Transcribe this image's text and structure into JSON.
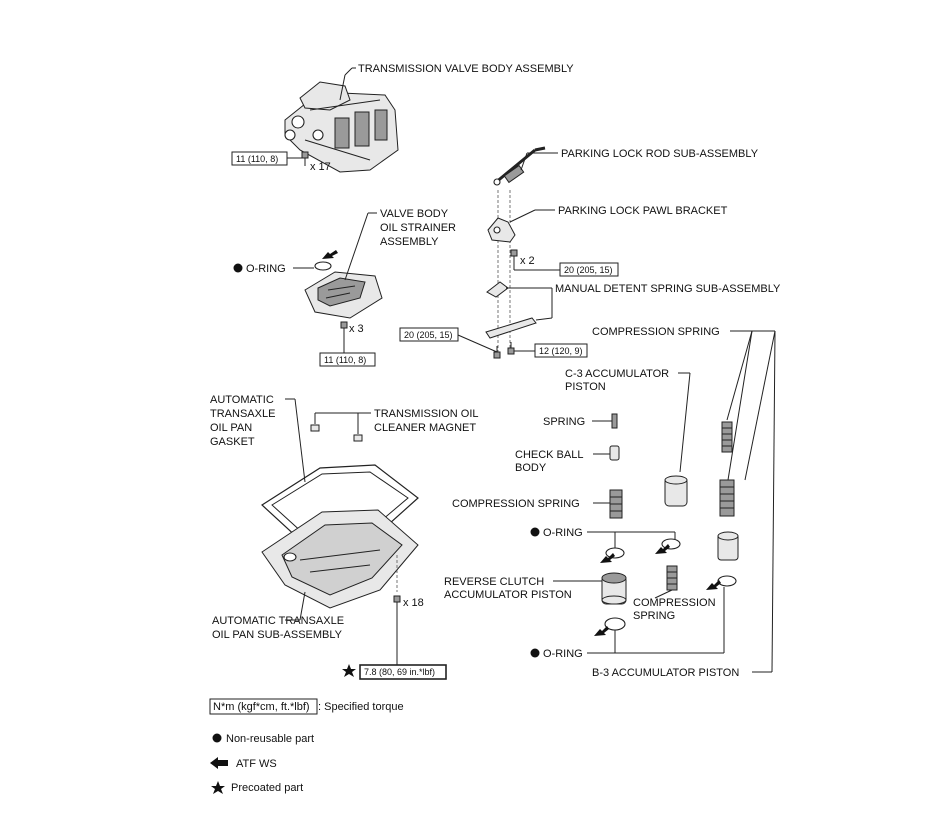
{
  "labels": {
    "valve_body": "TRANSMISSION VALVE BODY ASSEMBLY",
    "strainer_1": "VALVE BODY",
    "strainer_2": "OIL STRAINER",
    "strainer_3": "ASSEMBLY",
    "oring_strainer": "O-RING",
    "parking_rod": "PARKING LOCK ROD SUB-ASSEMBLY",
    "pawl_bracket": "PARKING LOCK PAWL BRACKET",
    "detent_spring": "MANUAL DETENT SPRING SUB-ASSEMBLY",
    "compression_spring_top": "COMPRESSION SPRING",
    "c3_1": "C-3 ACCUMULATOR",
    "c3_2": "PISTON",
    "spring": "SPRING",
    "check_ball_1": "CHECK BALL",
    "check_ball_2": "BODY",
    "compression_spring_mid": "COMPRESSION SPRING",
    "oring_mid": "O-RING",
    "reverse_1": "REVERSE CLUTCH",
    "reverse_2": "ACCUMULATOR PISTON",
    "compression_spring_low_1": "COMPRESSION",
    "compression_spring_low_2": "SPRING",
    "oring_low": "O-RING",
    "b3": "B-3 ACCUMULATOR PISTON",
    "gasket_1": "AUTOMATIC",
    "gasket_2": "TRANSAXLE",
    "gasket_3": "OIL PAN",
    "gasket_4": "GASKET",
    "magnet_1": "TRANSMISSION OIL",
    "magnet_2": "CLEANER MAGNET",
    "oilpan_1": "AUTOMATIC TRANSAXLE",
    "oilpan_2": "OIL PAN SUB-ASSEMBLY"
  },
  "quantities": {
    "valve_body_bolts": "x 17",
    "strainer_bolts": "x 3",
    "bracket_bolts": "x 2",
    "oilpan_bolts": "x 18"
  },
  "torques": {
    "valve_body": "11 (110, 8)",
    "strainer": "11 (110, 8)",
    "bracket": "20 (205, 15)",
    "detent_a": "20 (205, 15)",
    "detent_b": "12 (120, 9)",
    "oilpan": "7.8 (80, 69 in.*lbf)"
  },
  "legend": {
    "torque_box": "N*m (kgf*cm, ft.*lbf)",
    "torque_text": ": Specified torque",
    "non_reusable": "Non-reusable part",
    "atf": "ATF WS",
    "precoated": "Precoated part"
  },
  "icons": {
    "non_reusable": "filled-circle-icon",
    "atf": "arrow-left-icon",
    "precoated": "star-icon",
    "apply_atf": "arrow-icon"
  }
}
